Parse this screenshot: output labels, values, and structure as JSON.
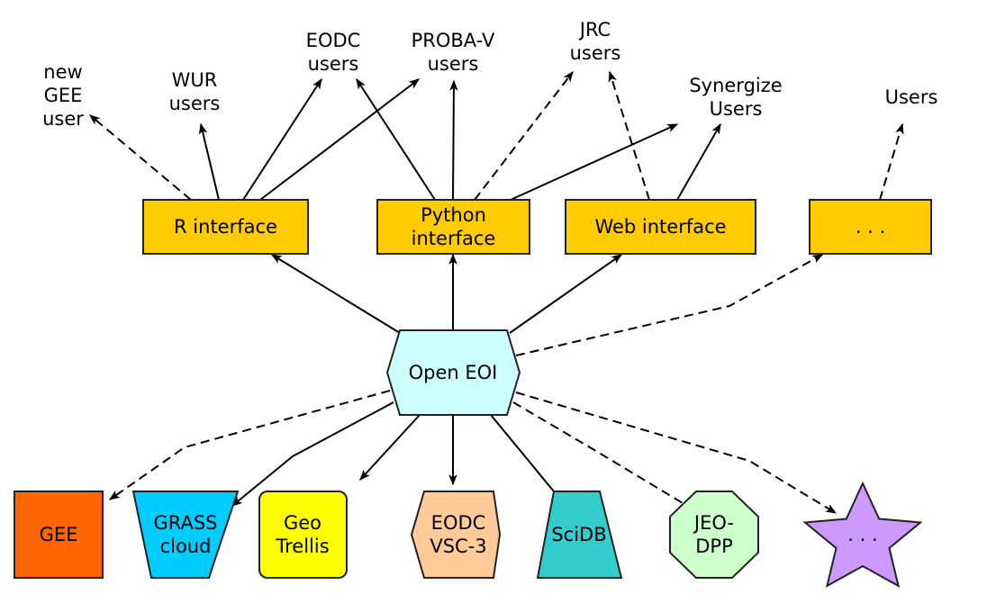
{
  "diagram": {
    "center": {
      "id": "openeoi",
      "label": [
        "Open EOI"
      ],
      "color": "#ccffff",
      "shape": "hexagon"
    },
    "interfaces": [
      {
        "id": "r",
        "label": [
          "R interface"
        ],
        "color": "#ffcc00"
      },
      {
        "id": "python",
        "label": [
          "Python",
          "interface"
        ],
        "color": "#ffcc00"
      },
      {
        "id": "web",
        "label": [
          "Web interface"
        ],
        "color": "#ffcc00"
      },
      {
        "id": "more_if",
        "label": [
          ". . ."
        ],
        "color": "#ffcc00"
      }
    ],
    "user_groups": [
      {
        "id": "gee_user",
        "label": [
          "new",
          "GEE",
          "user"
        ]
      },
      {
        "id": "wur",
        "label": [
          "WUR",
          "users"
        ]
      },
      {
        "id": "eodc_users",
        "label": [
          "EODC",
          "users"
        ]
      },
      {
        "id": "probav",
        "label": [
          "PROBA-V",
          "users"
        ]
      },
      {
        "id": "jrc",
        "label": [
          "JRC",
          "users"
        ]
      },
      {
        "id": "synergize",
        "label": [
          "Synergize",
          "Users"
        ]
      },
      {
        "id": "users",
        "label": [
          "Users"
        ]
      }
    ],
    "backends": [
      {
        "id": "gee",
        "label": [
          "GEE"
        ],
        "color": "#ff6600",
        "shape": "square"
      },
      {
        "id": "grass",
        "label": [
          "GRASS",
          "cloud"
        ],
        "color": "#00ccff",
        "shape": "inverted-trapezoid"
      },
      {
        "id": "geotrellis",
        "label": [
          "Geo",
          "Trellis"
        ],
        "color": "#ffff00",
        "shape": "rounded-rect"
      },
      {
        "id": "eodc",
        "label": [
          "EODC",
          "VSC-3"
        ],
        "color": "#ffcc99",
        "shape": "hexagon"
      },
      {
        "id": "scidb",
        "label": [
          "SciDB"
        ],
        "color": "#33cccc",
        "shape": "trapezoid"
      },
      {
        "id": "jeodpp",
        "label": [
          "JEO-",
          "DPP"
        ],
        "color": "#ccffcc",
        "shape": "octagon"
      },
      {
        "id": "more_be",
        "label": [
          ". . ."
        ],
        "color": "#cc99ff",
        "shape": "star"
      }
    ],
    "edges": [
      {
        "from": "openeoi",
        "to": "r",
        "style": "solid"
      },
      {
        "from": "openeoi",
        "to": "python",
        "style": "solid"
      },
      {
        "from": "openeoi",
        "to": "web",
        "style": "solid"
      },
      {
        "from": "openeoi",
        "to": "more_if",
        "style": "dashed"
      },
      {
        "from": "openeoi",
        "to": "gee",
        "style": "dashed"
      },
      {
        "from": "openeoi",
        "to": "grass",
        "style": "solid"
      },
      {
        "from": "openeoi",
        "to": "geotrellis",
        "style": "solid"
      },
      {
        "from": "openeoi",
        "to": "eodc",
        "style": "solid"
      },
      {
        "from": "openeoi",
        "to": "scidb",
        "style": "solid"
      },
      {
        "from": "openeoi",
        "to": "jeodpp",
        "style": "dashed"
      },
      {
        "from": "openeoi",
        "to": "more_be",
        "style": "dashed"
      },
      {
        "from": "r",
        "to": "gee_user",
        "style": "dashed"
      },
      {
        "from": "r",
        "to": "wur",
        "style": "solid"
      },
      {
        "from": "r",
        "to": "eodc_users",
        "style": "solid"
      },
      {
        "from": "r",
        "to": "probav",
        "style": "solid"
      },
      {
        "from": "python",
        "to": "eodc_users",
        "style": "solid"
      },
      {
        "from": "python",
        "to": "probav",
        "style": "solid"
      },
      {
        "from": "python",
        "to": "jrc",
        "style": "dashed"
      },
      {
        "from": "python",
        "to": "synergize",
        "style": "solid"
      },
      {
        "from": "web",
        "to": "jrc",
        "style": "dashed"
      },
      {
        "from": "web",
        "to": "synergize",
        "style": "solid"
      },
      {
        "from": "more_if",
        "to": "users",
        "style": "dashed"
      }
    ]
  }
}
